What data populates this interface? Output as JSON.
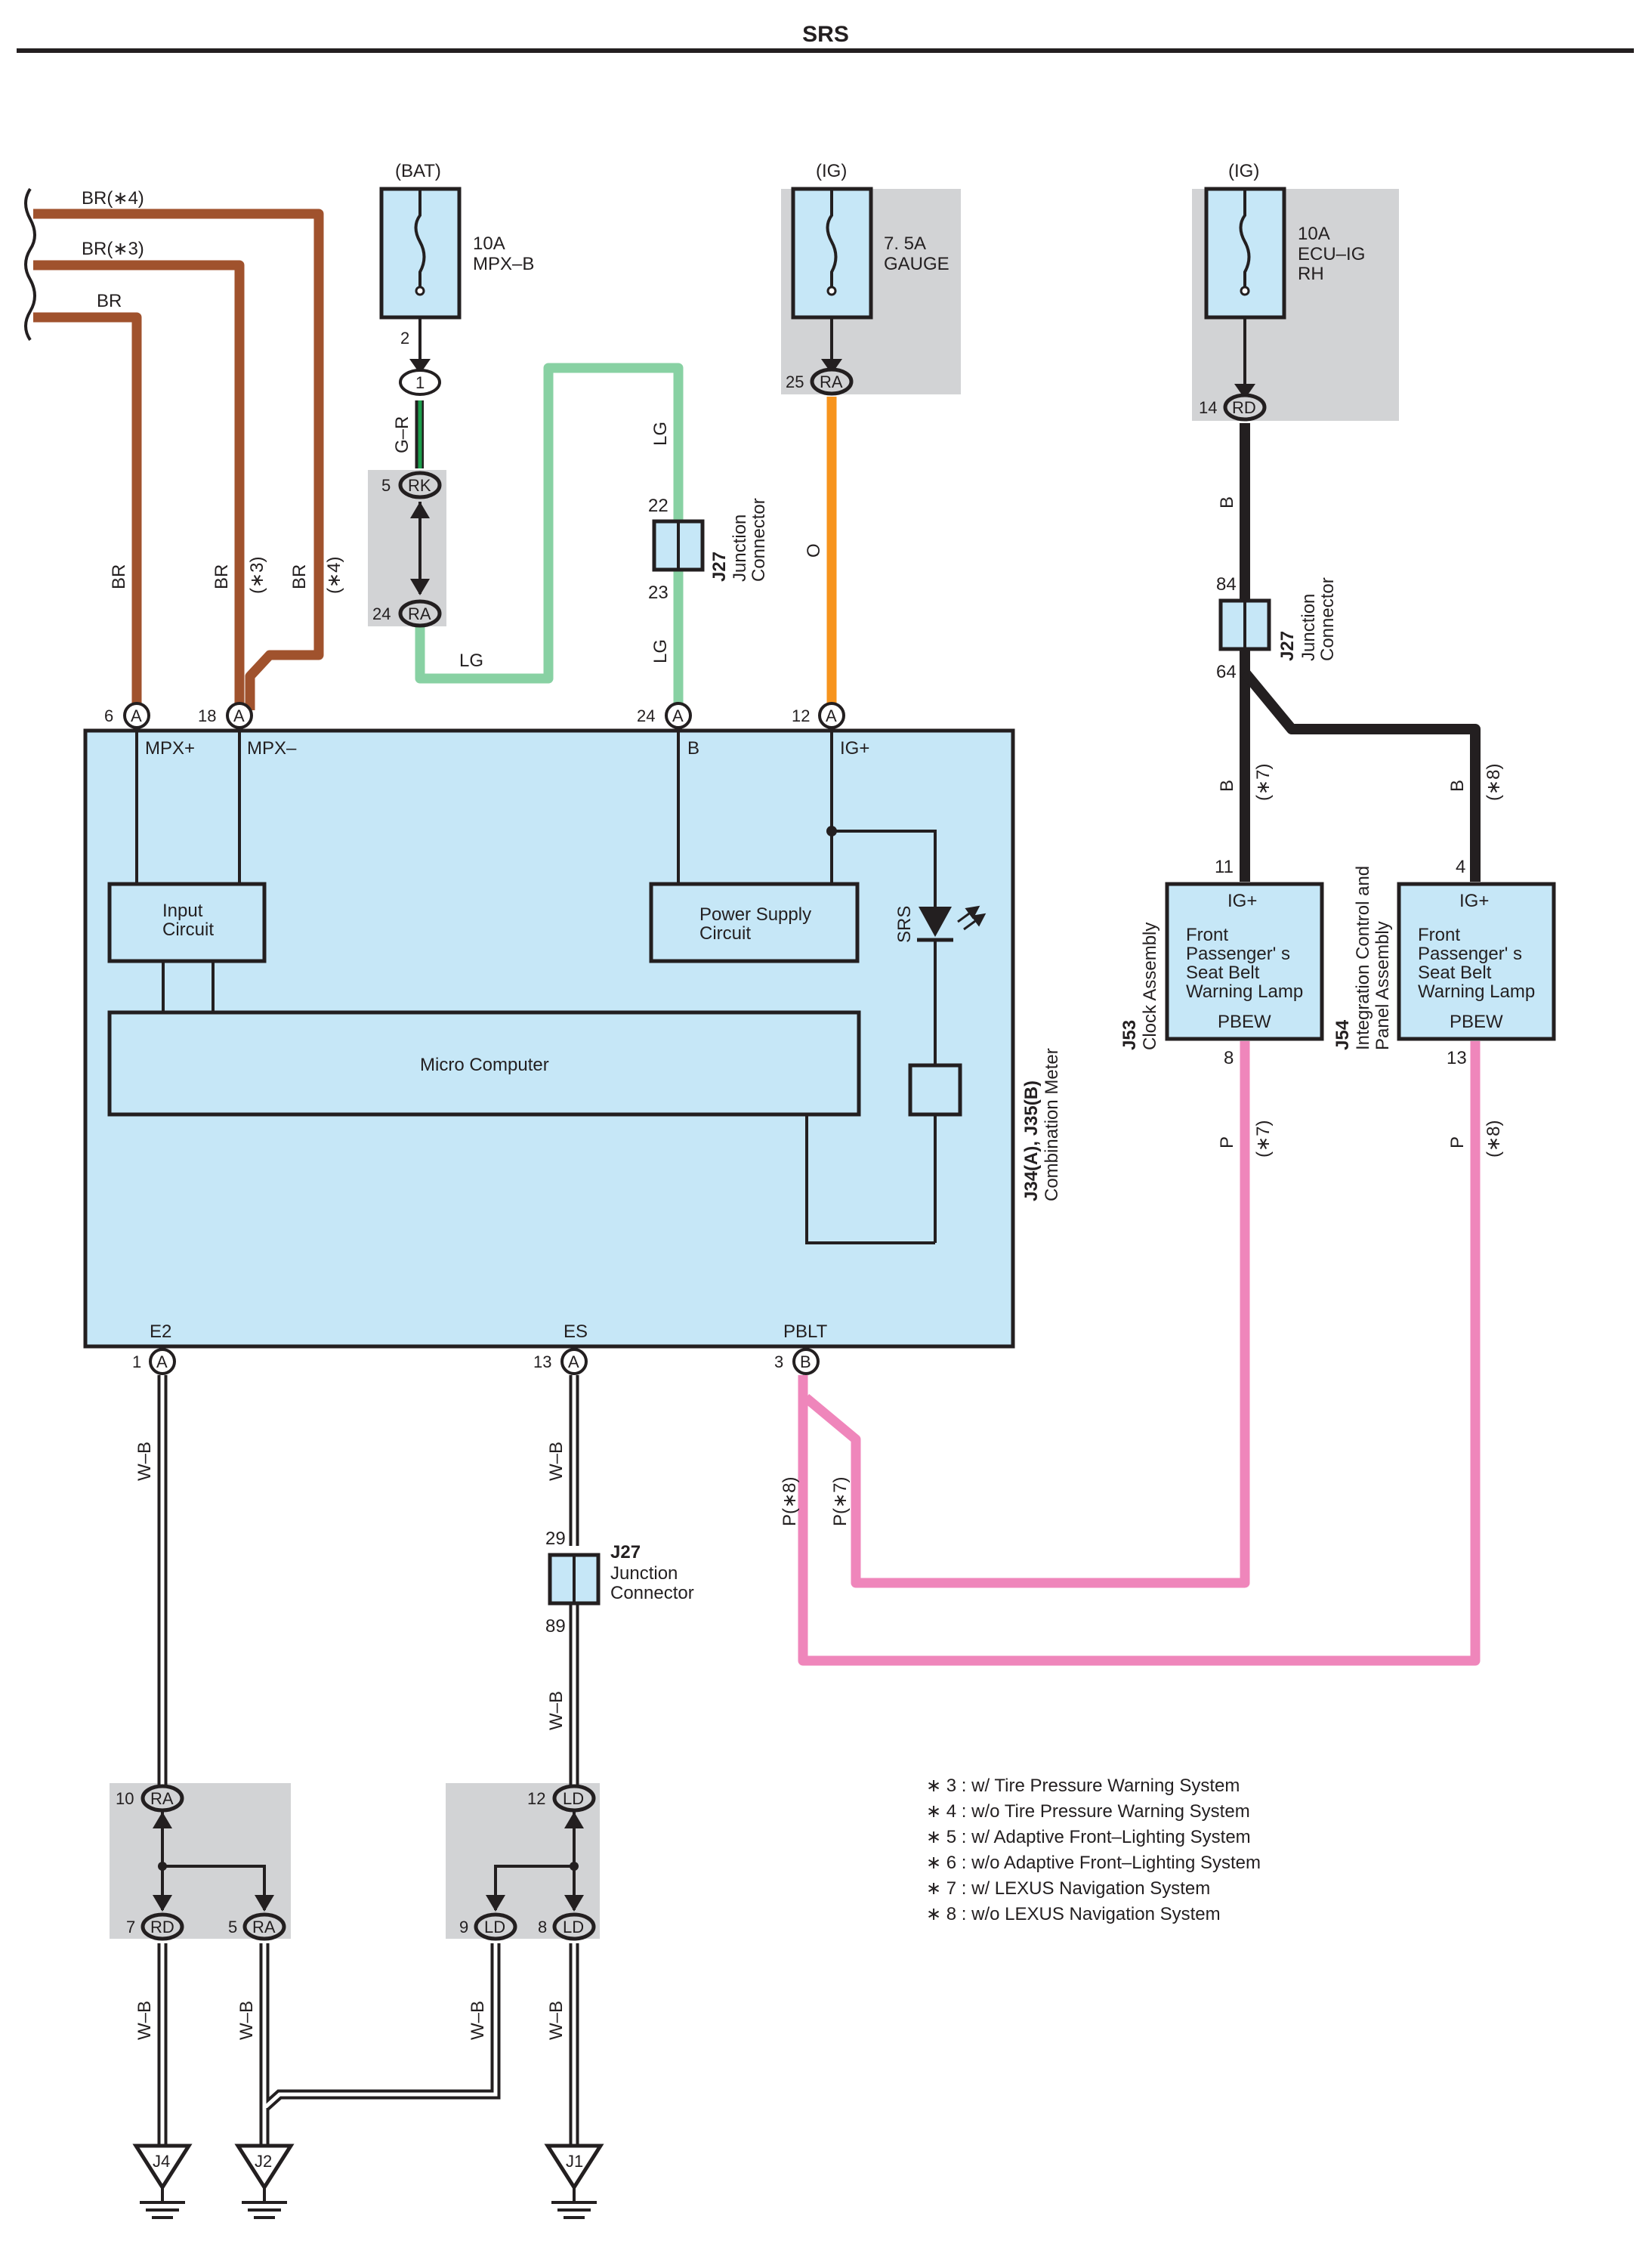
{
  "title": "SRS",
  "power_sources": {
    "bat": {
      "label": "(BAT)",
      "fuse_rating": "10A",
      "fuse_name": "MPX–B"
    },
    "ig_gauge": {
      "label": "(IG)",
      "fuse_rating": "7. 5A",
      "fuse_name": "GAUGE"
    },
    "ig_ecu": {
      "label": "(IG)",
      "fuse_rating": "10A",
      "fuse_name_1": "ECU–IG",
      "fuse_name_2": "RH"
    }
  },
  "wire_colors": {
    "BR": "#a0522d",
    "LG": "#88d1a3",
    "O": "#f7941d",
    "B": "#231f20",
    "P": "#ef86bb",
    "G-R": "#1b9e4b"
  },
  "br_wires": [
    "BR(∗4)",
    "BR(∗3)",
    "BR"
  ],
  "vertical_labels": {
    "br1": "BR",
    "br2": "BR",
    "br2_note": "(∗3)",
    "br3": "BR",
    "br3_note": "(∗4)",
    "gr": "G–R",
    "lg_top": "LG",
    "lg_bottom": "LG",
    "lg_horiz": "LG",
    "o": "O",
    "b_top": "B",
    "b_left": "B",
    "b_left_note": "(∗7)",
    "b_right": "B",
    "b_right_note": "(∗8)",
    "p_left": "P",
    "p_left_note": "(∗7)",
    "p_right": "P",
    "p_right_note": "(∗8)",
    "p8_bottom": "P(∗8)",
    "p7_bottom": "P(∗7)",
    "wb_e2": "W–B",
    "wb_es_top": "W–B",
    "wb_es_bottom": "W–B",
    "wb_j4": "W–B",
    "wb_j2": "W–B",
    "wb_ld9": "W–B",
    "wb_j1": "W–B",
    "srs_led": "SRS"
  },
  "terminals": {
    "bat_out": "2",
    "c1": "1",
    "rk_num": "5",
    "rk": "RK",
    "ra24_num": "24",
    "ra24": "RA",
    "gauge_num": "25",
    "gauge_code": "RA",
    "ecu_num": "14",
    "ecu_code": "RD",
    "a6_num": "6",
    "a6": "A",
    "a18_num": "18",
    "a18": "A",
    "a24_num": "24",
    "a24": "A",
    "a12_num": "12",
    "a12": "A",
    "a1_num": "1",
    "a1": "A",
    "a13_num": "13",
    "a13": "A",
    "b3_num": "3",
    "b3": "B",
    "j27a_in": "22",
    "j27a_out": "23",
    "j27b_in": "84",
    "j27b_out": "64",
    "j27c_in": "29",
    "j27c_out": "89",
    "j53_in": "11",
    "j53_out": "8",
    "j54_in": "4",
    "j54_out": "13",
    "ra10_num": "10",
    "ra10": "RA",
    "rd7_num": "7",
    "rd7": "RD",
    "ra5_num": "5",
    "ra5": "RA",
    "ld12_num": "12",
    "ld12": "LD",
    "ld9_num": "9",
    "ld9": "LD",
    "ld8_num": "8",
    "ld8": "LD"
  },
  "combination_meter": {
    "id": "J34(A), J35(B)",
    "name": "Combination Meter",
    "pins": {
      "mpx_plus": "MPX+",
      "mpx_minus": "MPX–",
      "b": "B",
      "ig_plus": "IG+",
      "e2": "E2",
      "es": "ES",
      "pblt": "PBLT"
    },
    "input_circuit_1": "Input",
    "input_circuit_2": "Circuit",
    "power_supply_1": "Power Supply",
    "power_supply_2": "Circuit",
    "micro_computer": "Micro Computer"
  },
  "junction_connectors": {
    "top": {
      "id": "J27",
      "name_1": "Junction",
      "name_2": "Connector"
    },
    "right": {
      "id": "J27",
      "name_1": "Junction",
      "name_2": "Connector"
    },
    "bottom": {
      "id": "J27",
      "name_1": "Junction",
      "name_2": "Connector"
    }
  },
  "clock_assembly": {
    "id": "J53",
    "name": "Clock Assembly",
    "pin_in": "IG+",
    "lamp_1": "Front",
    "lamp_2": "Passenger' s",
    "lamp_3": "Seat Belt",
    "lamp_4": "Warning Lamp",
    "pin_out": "PBEW"
  },
  "integration_panel": {
    "id": "J54",
    "name_1": "Integration Control and",
    "name_2": "Panel Assembly",
    "pin_in": "IG+",
    "lamp_1": "Front",
    "lamp_2": "Passenger' s",
    "lamp_3": "Seat Belt",
    "lamp_4": "Warning Lamp",
    "pin_out": "PBEW"
  },
  "grounds": {
    "j4": "J4",
    "j2": "J2",
    "j1": "J1"
  },
  "notes": [
    "∗ 3 : w/ Tire Pressure Warning System",
    "∗ 4 : w/o Tire Pressure Warning System",
    "∗ 5 : w/ Adaptive Front–Lighting System",
    "∗ 6 : w/o Adaptive Front–Lighting System",
    "∗ 7 : w/ LEXUS Navigation System",
    "∗ 8 : w/o LEXUS Navigation System"
  ]
}
